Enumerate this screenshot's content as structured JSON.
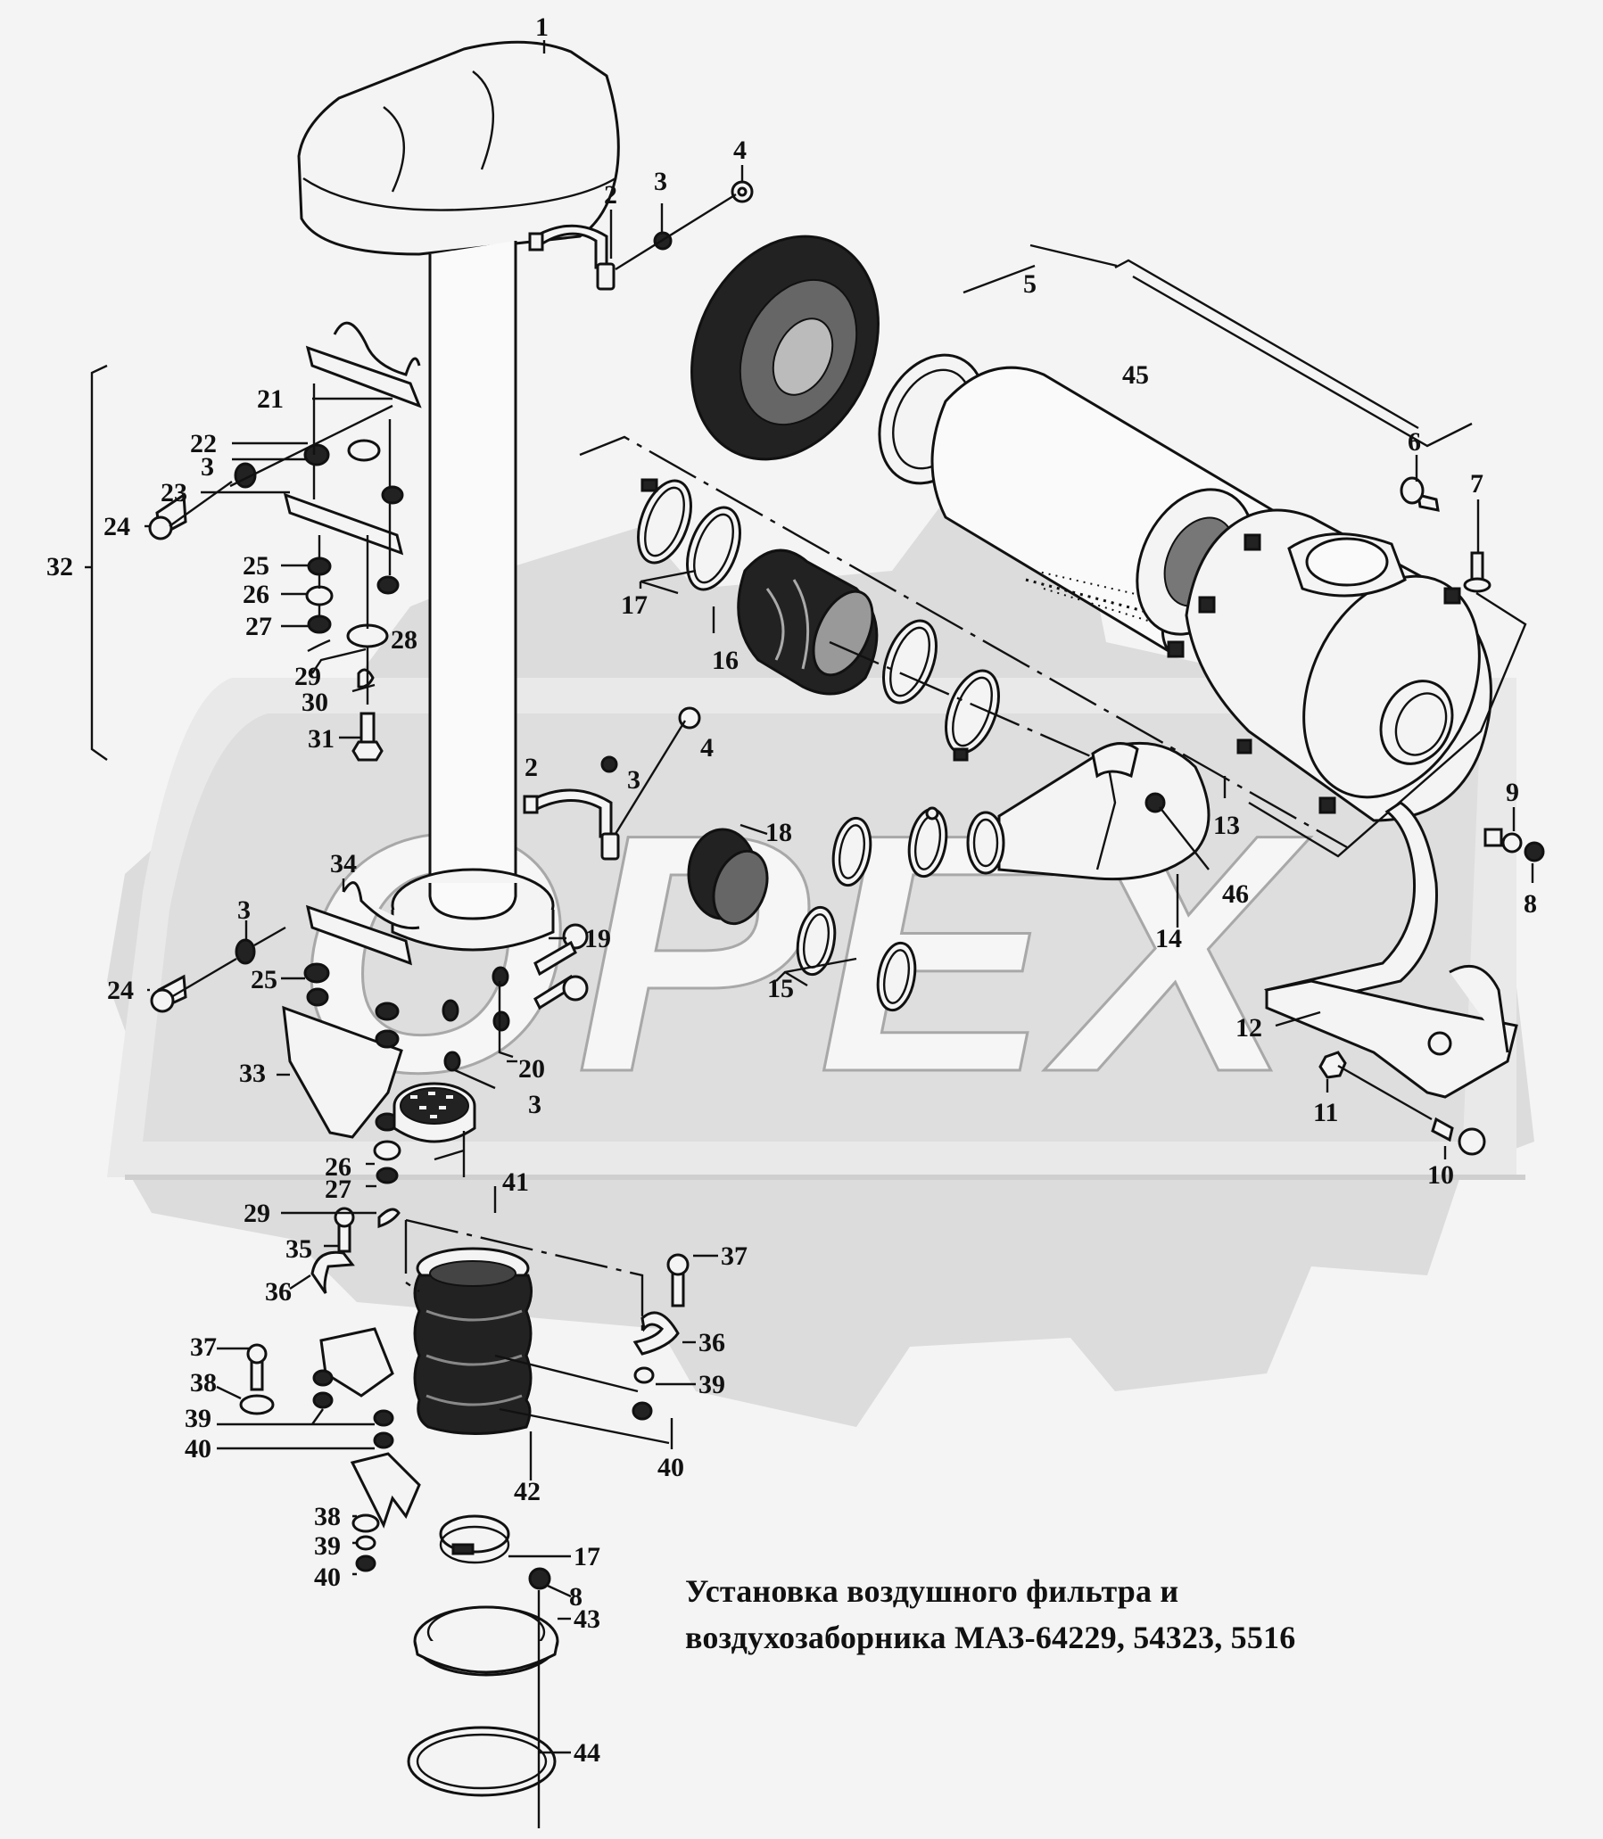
{
  "diagram": {
    "title_line1": "Установка воздушного фильтра и",
    "title_line2": "воздухозаборника  МАЗ-64229, 54323, 5516",
    "watermark": "OPEX",
    "callouts": {
      "c1": "1",
      "c2a": "2",
      "c2b": "2",
      "c3a": "3",
      "c3b": "3",
      "c3c": "3",
      "c3d": "3",
      "c3e": "3",
      "c4a": "4",
      "c4b": "4",
      "c5": "5",
      "c6": "6",
      "c7": "7",
      "c8a": "8",
      "c8b": "8",
      "c9": "9",
      "c10": "10",
      "c11": "11",
      "c12": "12",
      "c13": "13",
      "c14": "14",
      "c15": "15",
      "c16": "16",
      "c17a": "17",
      "c17b": "17",
      "c18": "18",
      "c19": "19",
      "c20": "20",
      "c21": "21",
      "c22": "22",
      "c23": "23",
      "c24a": "24",
      "c24b": "24",
      "c25a": "25",
      "c25b": "25",
      "c26a": "26",
      "c26b": "26",
      "c27a": "27",
      "c27b": "27",
      "c28": "28",
      "c29a": "29",
      "c29b": "29",
      "c30": "30",
      "c31": "31",
      "c32": "32",
      "c33": "33",
      "c34": "34",
      "c35": "35",
      "c36a": "36",
      "c36b": "36",
      "c37a": "37",
      "c37b": "37",
      "c38a": "38",
      "c38b": "38",
      "c39a": "39",
      "c39b": "39",
      "c39c": "39",
      "c40a": "40",
      "c40b": "40",
      "c40c": "40",
      "c41": "41",
      "c42": "42",
      "c43": "43",
      "c44": "44",
      "c45": "45",
      "c46": "46"
    }
  }
}
